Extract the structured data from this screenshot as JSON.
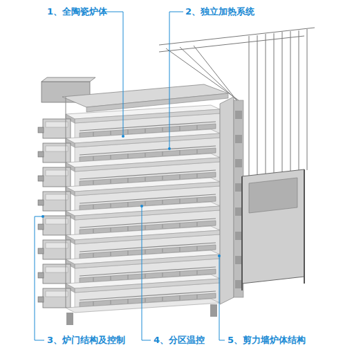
{
  "diagram": {
    "labels": [
      "1、全陶瓷炉体",
      "2、独立加热系统",
      "3、炉门结构及控制",
      "4、分区温控",
      "5、剪力墙炉体结构"
    ]
  }
}
